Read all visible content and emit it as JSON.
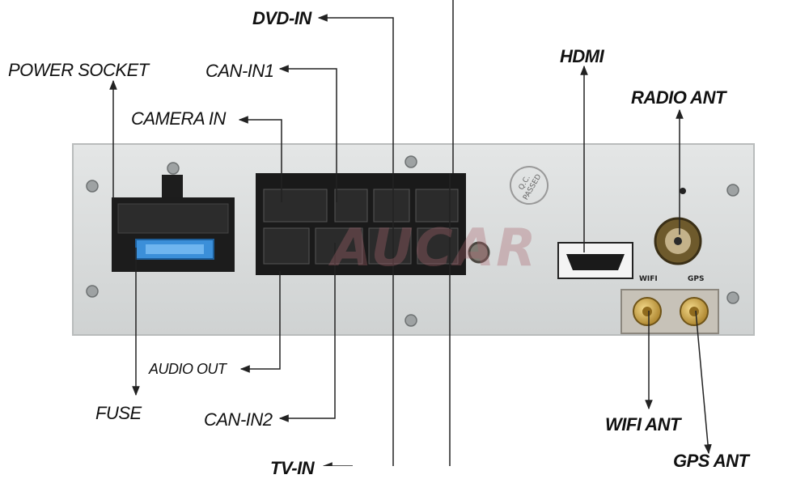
{
  "labels": {
    "dvd_in": "DVD-IN",
    "power_socket": "POWER SOCKET",
    "can_in1": "CAN-IN1",
    "camera_in": "CAMERA IN",
    "hdmi": "HDMI",
    "radio_ant": "RADIO ANT",
    "audio_out": "AUDIO OUT",
    "fuse": "FUSE",
    "can_in2": "CAN-IN2",
    "wifi_ant": "WIFI ANT",
    "gps_ant": "GPS ANT",
    "tv_in": "TV-IN"
  },
  "panel_text": {
    "wifi": "WIFI",
    "gps": "GPS",
    "qc": "Q.C. PASSED",
    "watermark": "AUCAR"
  },
  "colors": {
    "panel": "#d9dcdc",
    "connector": "#1a1a1a",
    "fuse": "#3b8fd9",
    "gold": "#c9a24a",
    "watermark": "#aa646e"
  }
}
